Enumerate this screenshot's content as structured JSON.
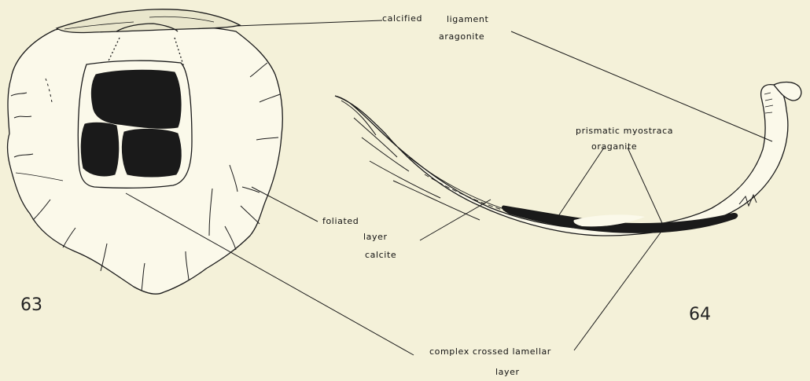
{
  "figure63": {
    "number": "63",
    "labels": {
      "calcified": "calcified",
      "foliated": "foliated",
      "layer": "layer",
      "calcite": "calcite"
    }
  },
  "figure64": {
    "number": "64",
    "labels": {
      "ligament": "ligament",
      "aragonite": "aragonite",
      "prismatic_myostraca": "prismatic  myostraca",
      "oraganite": "oraganite",
      "complex_crossed_lamellar": "complex  crossed lamellar",
      "layer": "layer"
    }
  },
  "colors": {
    "background": "#f4f1d9",
    "ink": "#1a1a1a"
  }
}
